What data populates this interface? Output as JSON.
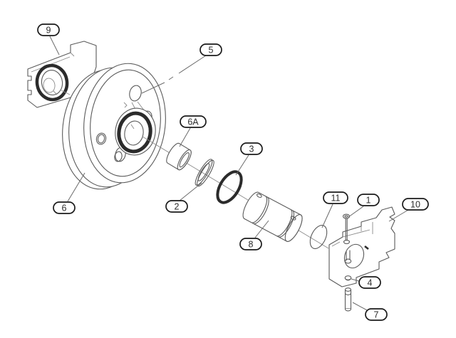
{
  "diagram": {
    "type": "exploded-parts-diagram",
    "subject": "front-idler-wheel-group",
    "background": "#ffffff",
    "colors": {
      "line": "#5a5a5a",
      "heavy_ring": "#2b2b2b",
      "callout_stroke": "#1a1a1a",
      "text": "#2d2d2d"
    },
    "callouts": [
      {
        "label": "9",
        "part": "seal-and-left-bracket"
      },
      {
        "label": "5",
        "part": "idler-wheel-assembly"
      },
      {
        "label": "6A",
        "part": "bushing"
      },
      {
        "label": "3",
        "part": "o-ring-large"
      },
      {
        "label": "2",
        "part": "thrust-washer"
      },
      {
        "label": "6",
        "part": "idler-wheel"
      },
      {
        "label": "11",
        "part": "o-ring-small"
      },
      {
        "label": "1",
        "part": "bolt"
      },
      {
        "label": "10",
        "part": "right-support-bracket"
      },
      {
        "label": "8",
        "part": "idler-shaft"
      },
      {
        "label": "4",
        "part": "fitting"
      },
      {
        "label": "7",
        "part": "pin"
      }
    ]
  }
}
